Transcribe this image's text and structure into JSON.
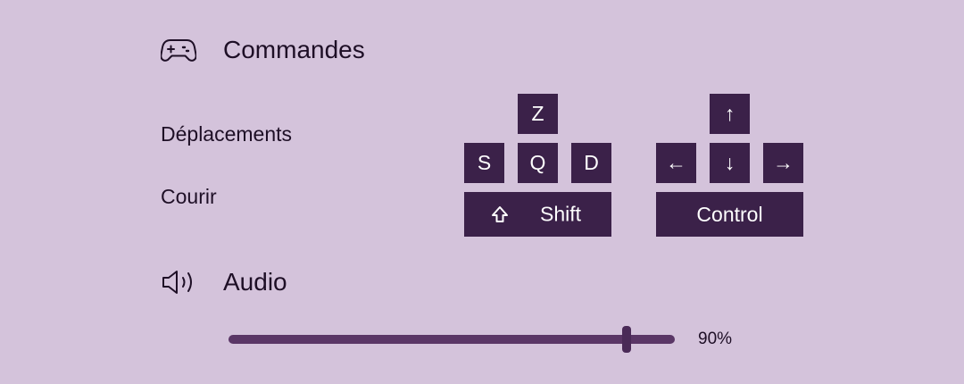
{
  "controls": {
    "title": "Commandes",
    "rows": [
      {
        "label": "Déplacements"
      },
      {
        "label": "Courir"
      }
    ],
    "primary_keys": {
      "up": "Z",
      "left": "S",
      "down": "Q",
      "right": "D",
      "run": "Shift"
    },
    "secondary_keys": {
      "up": "↑",
      "left": "←",
      "down": "↓",
      "right": "→",
      "run": "Control"
    }
  },
  "audio": {
    "title": "Audio",
    "volume": 0.9,
    "volume_label": "90%"
  },
  "colors": {
    "background": "#d4c3db",
    "key_background": "#3b2149",
    "key_text": "#ffffff",
    "slider": "#5a3666"
  },
  "icons": {
    "controls": "gamepad-icon",
    "audio": "speaker-icon",
    "shift": "shift-arrow-icon"
  }
}
